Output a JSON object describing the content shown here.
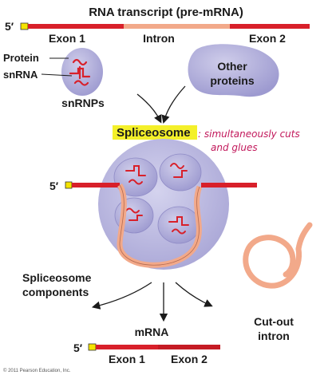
{
  "title": "RNA transcript (pre-mRNA)",
  "five_prime": "5′",
  "exon1_label": "Exon 1",
  "intron_label": "Intron",
  "exon2_label": "Exon 2",
  "protein_label": "Protein",
  "snrna_label": "snRNA",
  "snrnps_label": "snRNPs",
  "other_proteins_label": [
    "Other",
    "proteins"
  ],
  "spliceosome_label": "Spliceosome",
  "annotation_line1": ": simultaneously cuts",
  "annotation_line2": "and glues",
  "components_label": [
    "Spliceosome",
    "components"
  ],
  "mrna_label": "mRNA",
  "cutout_label": [
    "Cut-out",
    "intron"
  ],
  "copyright": "© 2011 Pearson Education, Inc.",
  "colors": {
    "exon": "#d8202a",
    "intron": "#f2a98a",
    "cap": "#f5e400",
    "particle": "#b7b5de",
    "highlight": "#f4f02a",
    "annotation": "#c2185b"
  }
}
